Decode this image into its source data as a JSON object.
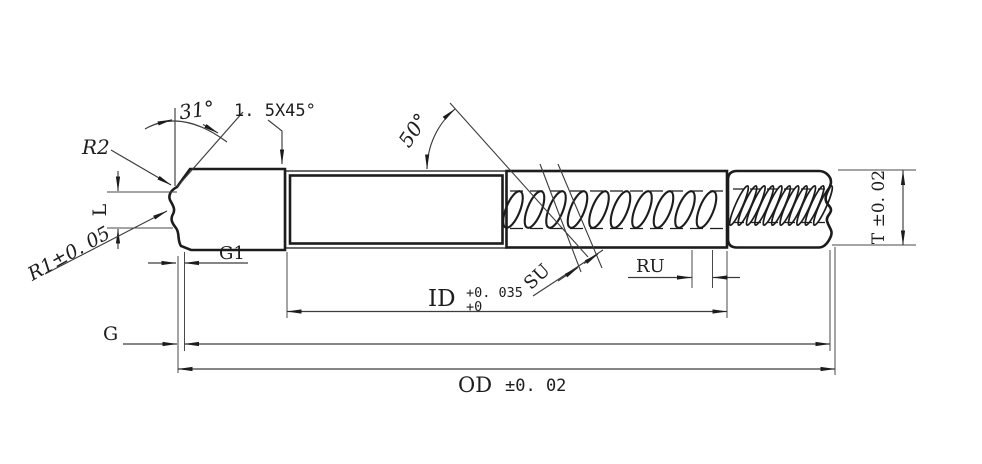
{
  "drawing": {
    "labels": {
      "angle_31": "31°",
      "chamfer": "1. 5X45°",
      "angle_50": "50°",
      "r2": "R2",
      "l": "L",
      "r1": "R1±0. 05",
      "g1": "G1",
      "g": "G",
      "su": "SU",
      "ru": "RU",
      "id": "ID",
      "id_tol_upper": "+0. 035",
      "id_tol_lower": "+0",
      "od": "OD",
      "od_tol": "±0. 02",
      "t": "T ±0. 02"
    },
    "colors": {
      "line": "#1c1c1c",
      "dimension": "#3c3c3c",
      "background": "#ffffff"
    }
  }
}
